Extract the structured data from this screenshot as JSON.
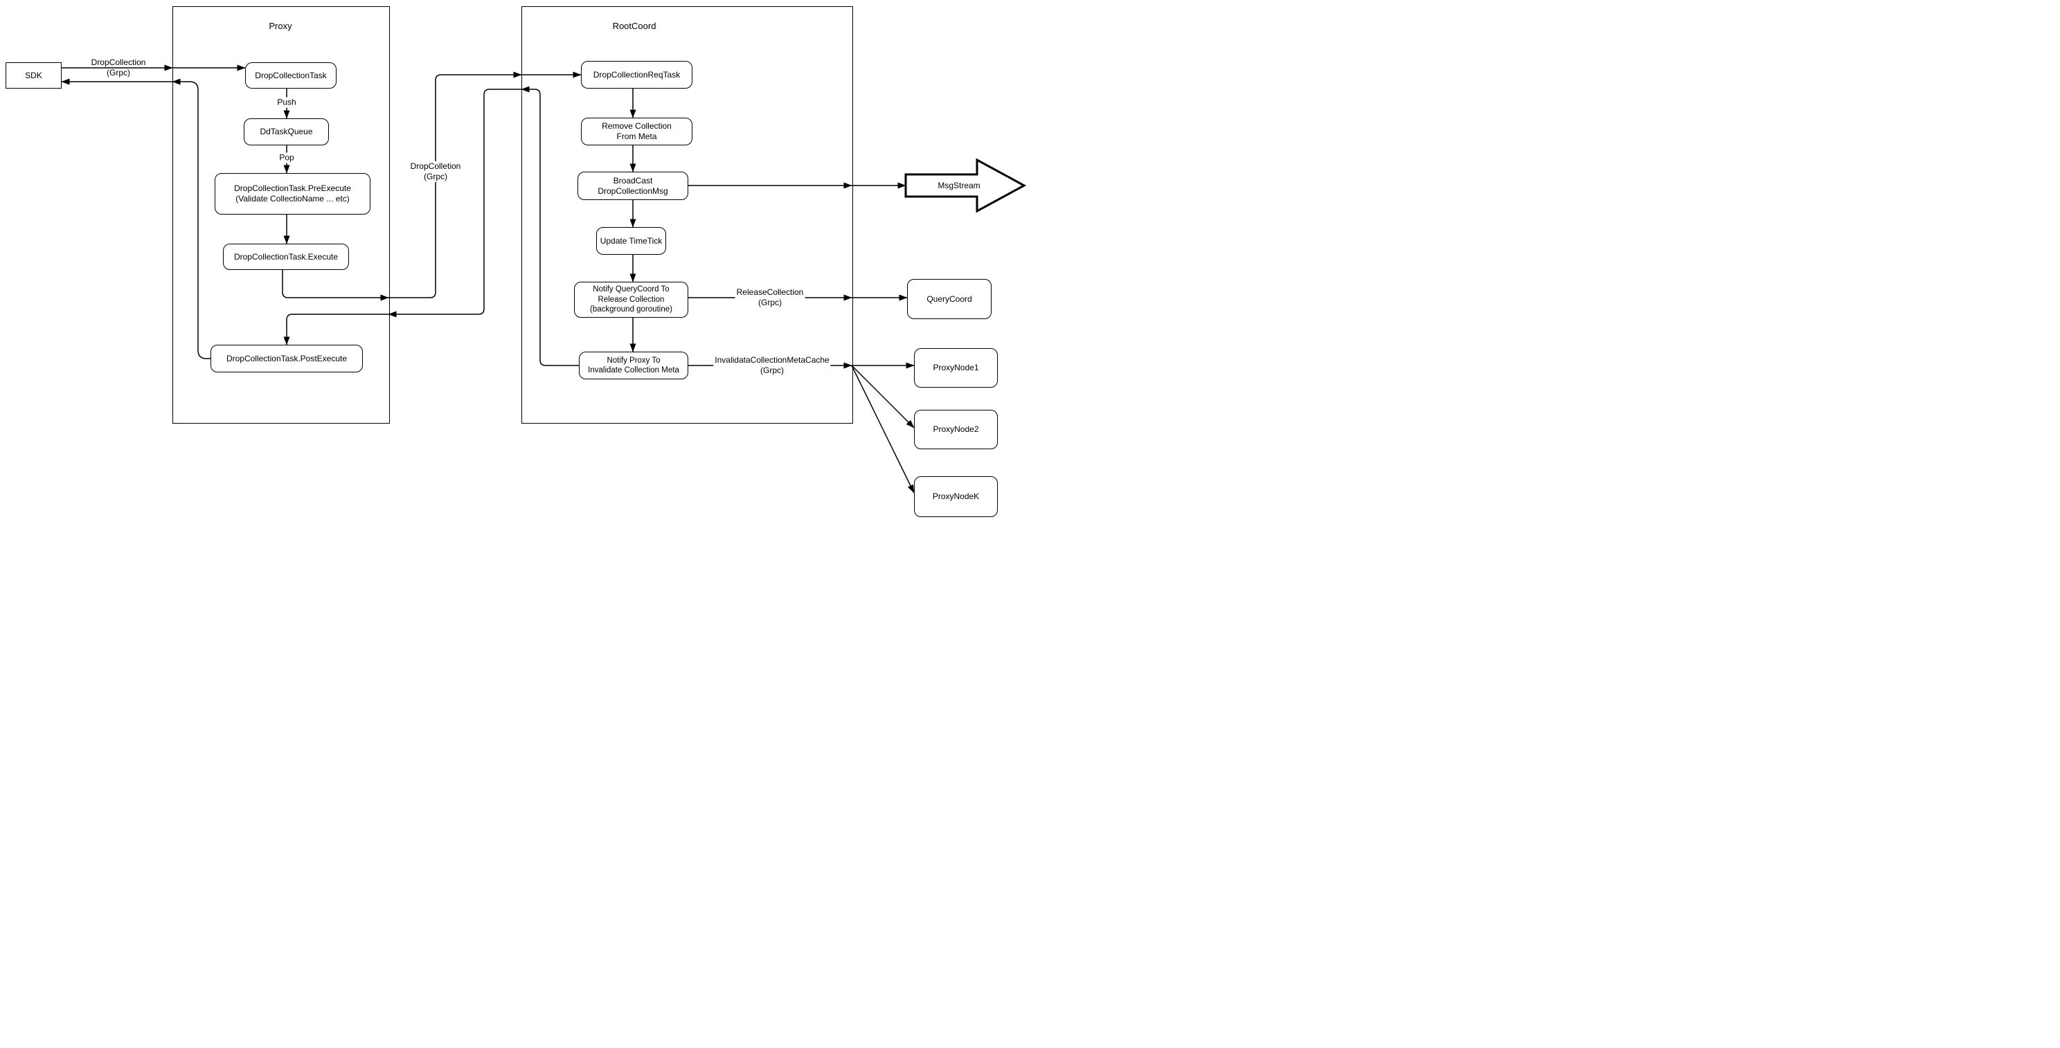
{
  "colors": {
    "background": "#ffffff",
    "stroke": "#000000",
    "text": "#000000"
  },
  "containers": {
    "proxy": {
      "title": "Proxy"
    },
    "rootcoord": {
      "title": "RootCoord"
    }
  },
  "nodes": {
    "sdk": {
      "label": "SDK"
    },
    "drop_collection_task": {
      "label": "DropCollectionTask"
    },
    "dd_task_queue": {
      "label": "DdTaskQueue"
    },
    "pre_execute": {
      "label": "DropCollectionTask.PreExecute\n(Validate CollectioName ... etc)"
    },
    "execute": {
      "label": "DropCollectionTask.Execute"
    },
    "post_execute": {
      "label": "DropCollectionTask.PostExecute"
    },
    "drop_collection_req_task": {
      "label": "DropCollectionReqTask"
    },
    "remove_collection_from_meta": {
      "label": "Remove Collection\nFrom Meta"
    },
    "broadcast_drop_collection_msg": {
      "label": "BroadCast\nDropCollectionMsg"
    },
    "update_time_tick": {
      "label": "Update TimeTick"
    },
    "notify_querycoord": {
      "label": "Notify QueryCoord To\nRelease Collection\n(background goroutine)"
    },
    "notify_proxy": {
      "label": "Notify Proxy To\nInvalidate Collection Meta"
    },
    "msgstream": {
      "label": "MsgStream"
    },
    "querycoord": {
      "label": "QueryCoord"
    },
    "proxynode1": {
      "label": "ProxyNode1"
    },
    "proxynode2": {
      "label": "ProxyNode2"
    },
    "proxynodek": {
      "label": "ProxyNodeK"
    }
  },
  "edge_labels": {
    "sdk_to_proxy": {
      "label": "DropCollection\n(Grpc)"
    },
    "push": {
      "label": "Push"
    },
    "pop": {
      "label": "Pop"
    },
    "proxy_to_rootcoord": {
      "label": "DropColletion\n(Grpc)"
    },
    "release_collection": {
      "label": "ReleaseCollection\n(Grpc)"
    },
    "invalidate_cache": {
      "label": "InvalidataCollectionMetaCache\n(Grpc)"
    }
  }
}
